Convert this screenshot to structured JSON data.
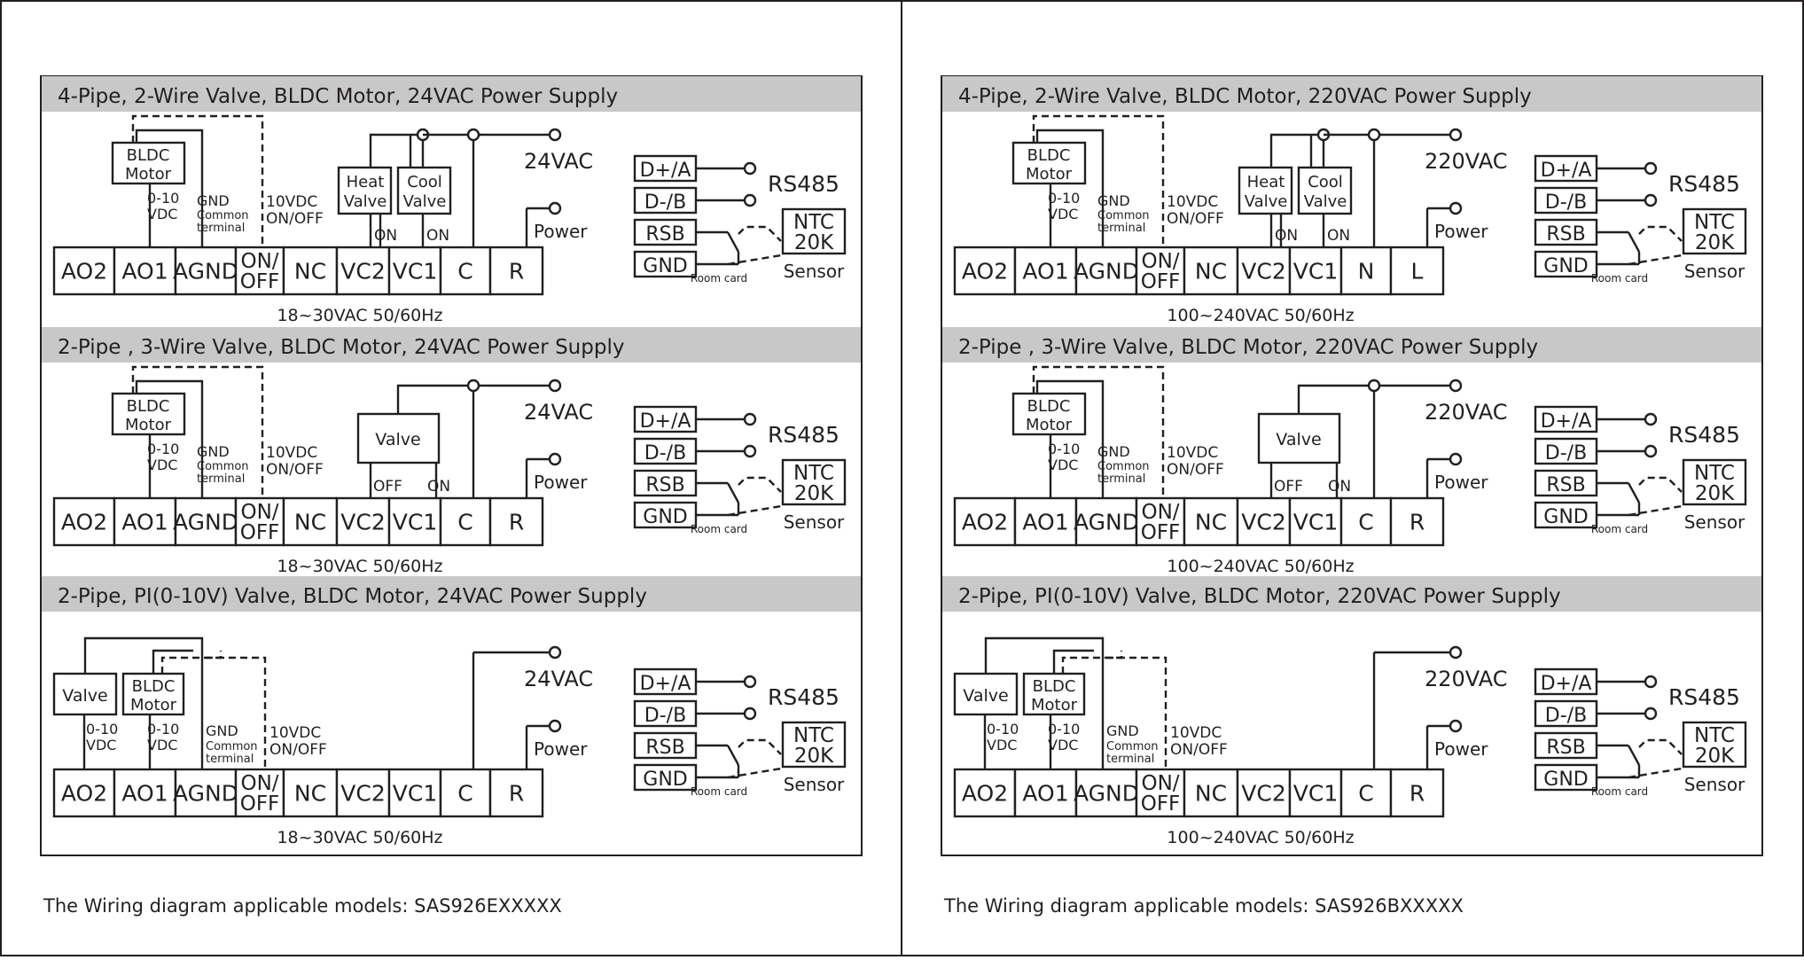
{
  "panels": [
    {
      "footer": "The Wiring diagram applicable models: SAS926EXXXXX",
      "sections": [
        {
          "title": "4-Pipe, 2-Wire Valve, BLDC Motor, 24VAC Power Supply",
          "kind": "4pipe",
          "terminals": [
            "AO2",
            "AO1",
            "AGND",
            "ON/OFF",
            "NC",
            "VC2",
            "VC1",
            "C",
            "R"
          ],
          "supply": "24VAC",
          "power": "Power",
          "freq": "18~30VAC 50/60Hz"
        },
        {
          "title": "2-Pipe , 3-Wire Valve, BLDC Motor, 24VAC Power Supply",
          "kind": "2pipe3",
          "terminals": [
            "AO2",
            "AO1",
            "AGND",
            "ON/OFF",
            "NC",
            "VC2",
            "VC1",
            "C",
            "R"
          ],
          "supply": "24VAC",
          "power": "Power",
          "freq": "18~30VAC 50/60Hz"
        },
        {
          "title": "2-Pipe, PI(0-10V) Valve, BLDC Motor, 24VAC Power Supply",
          "kind": "pi",
          "terminals": [
            "AO2",
            "AO1",
            "AGND",
            "ON/OFF",
            "NC",
            "VC2",
            "VC1",
            "C",
            "R"
          ],
          "supply": "24VAC",
          "power": "Power",
          "freq": "18~30VAC 50/60Hz"
        }
      ]
    },
    {
      "footer": "The Wiring diagram applicable models: SAS926BXXXXX",
      "sections": [
        {
          "title": "4-Pipe, 2-Wire Valve, BLDC Motor, 220VAC Power Supply",
          "kind": "4pipe",
          "terminals": [
            "AO2",
            "AO1",
            "AGND",
            "ON/OFF",
            "NC",
            "VC2",
            "VC1",
            "N",
            "L"
          ],
          "supply": "220VAC",
          "power": "Power",
          "freq": "100~240VAC 50/60Hz"
        },
        {
          "title": "2-Pipe , 3-Wire Valve, BLDC Motor, 220VAC Power Supply",
          "kind": "2pipe3",
          "terminals": [
            "AO2",
            "AO1",
            "AGND",
            "ON/OFF",
            "NC",
            "VC2",
            "VC1",
            "C",
            "R"
          ],
          "supply": "220VAC",
          "power": "Power",
          "freq": "100~240VAC 50/60Hz"
        },
        {
          "title": "2-Pipe, PI(0-10V) Valve, BLDC Motor, 220VAC Power Supply",
          "kind": "pi",
          "terminals": [
            "AO2",
            "AO1",
            "AGND",
            "ON/OFF",
            "NC",
            "VC2",
            "VC1",
            "C",
            "R"
          ],
          "supply": "220VAC",
          "power": "Power",
          "freq": "100~240VAC 50/60Hz"
        }
      ]
    }
  ],
  "labels": {
    "bldc_motor": [
      "BLDC",
      "Motor"
    ],
    "valve": "Valve",
    "heat_valve": [
      "Heat",
      "Valve"
    ],
    "cool_valve": [
      "Cool",
      "Valve"
    ],
    "signal": [
      "0-10",
      "VDC"
    ],
    "gnd": [
      "GND",
      "Common",
      "terminal"
    ],
    "switch_out": [
      "10VDC",
      "ON/OFF"
    ],
    "on": "ON",
    "off": "OFF"
  },
  "rs485": {
    "pins": [
      "D+/A",
      "D-/B",
      "RSB",
      "GND"
    ],
    "bus": "RS485",
    "sensor": [
      "NTC",
      "20K"
    ],
    "sensor_caption": "Sensor",
    "room_card": "Room card"
  }
}
